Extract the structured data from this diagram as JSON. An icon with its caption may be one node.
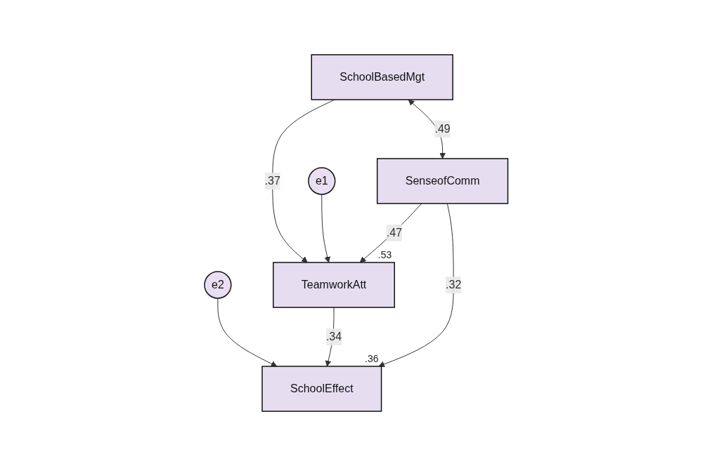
{
  "diagram": {
    "nodes": [
      {
        "text": [
          "SchoolBasedMgt"
        ]
      },
      {
        "text": [
          "e1"
        ]
      },
      {
        "text": [
          "e2"
        ]
      },
      {
        "text": [
          "TeamworkAtt"
        ],
        "beside": [
          ".53"
        ]
      },
      {
        "text": [
          "SchoolEffect"
        ],
        "beside": [
          ".36"
        ]
      },
      {
        "text": [
          "SenseofComm"
        ]
      }
    ],
    "edges": [
      {
        "from": 0,
        "to": 3,
        "arrow": "to",
        "label": ".37"
      },
      {
        "from": 1,
        "to": 3,
        "arrow": "to"
      },
      {
        "from": 2,
        "to": 4,
        "arrow": "to"
      },
      {
        "from": 3,
        "to": 4,
        "arrow": "to",
        "label": ".34"
      },
      {
        "from": 5,
        "to": 3,
        "arrow": "to",
        "label": ".47"
      },
      {
        "from": 5,
        "to": 4,
        "arrow": "to",
        "label": ".32"
      },
      {
        "from": 0,
        "to": 5,
        "arrow": "both",
        "label": ".49"
      }
    ]
  }
}
